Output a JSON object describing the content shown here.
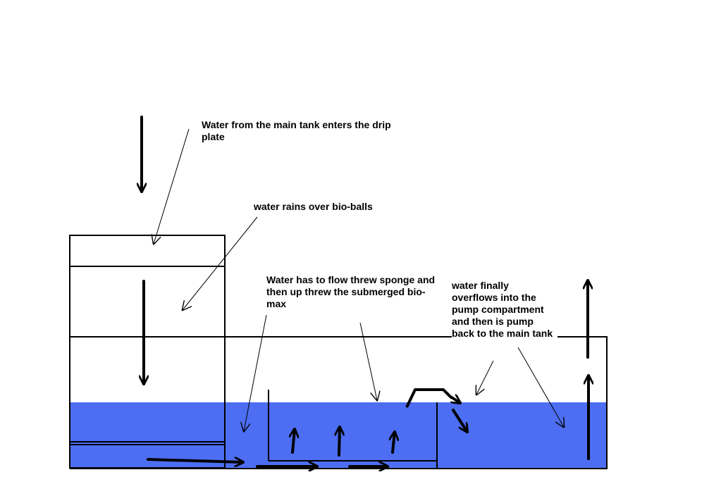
{
  "labels": {
    "drip_plate": "Water from the main tank enters the drip plate",
    "rains": "water rains over bio-balls",
    "sponge": "Water has to flow threw sponge and then up threw the submerged bio-max",
    "overflow": "water finally overflows into the pump compartment and then is pump back to the main tank"
  },
  "colors": {
    "water": "#4d6ef2",
    "ink": "#000000",
    "background": "#ffffff"
  }
}
